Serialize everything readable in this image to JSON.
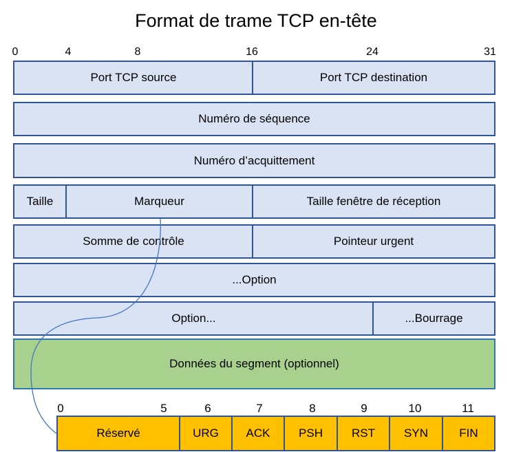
{
  "title": "Format de trame TCP en-tête",
  "bit_scale": [
    "0",
    "4",
    "8",
    "16",
    "24",
    "31"
  ],
  "rows": {
    "r1": {
      "src_port": "Port TCP source",
      "dst_port": "Port TCP destination"
    },
    "r2": {
      "seq": "Numéro de séquence"
    },
    "r3": {
      "ack": "Numéro d’acquittement"
    },
    "r4": {
      "size": "Taille",
      "flags": "Marqueur",
      "window": "Taille fenêtre de réception"
    },
    "r5": {
      "checksum": "Somme de contrôle",
      "urgent": "Pointeur urgent"
    },
    "r6": {
      "option_cont": "...Option"
    },
    "r7": {
      "option": "Option...",
      "padding": "...Bourrage"
    },
    "r8": {
      "data": "Données du segment (optionnel)"
    }
  },
  "flag_scale": [
    "0",
    "5",
    "6",
    "7",
    "8",
    "9",
    "10",
    "11"
  ],
  "flags": [
    "Réservé",
    "URG",
    "ACK",
    "PSH",
    "RST",
    "SYN",
    "FIN"
  ],
  "colors": {
    "header_fill": "#dae3f3",
    "header_border": "#2f5597",
    "data_fill": "#a9d18e",
    "flag_fill": "#ffc000"
  }
}
